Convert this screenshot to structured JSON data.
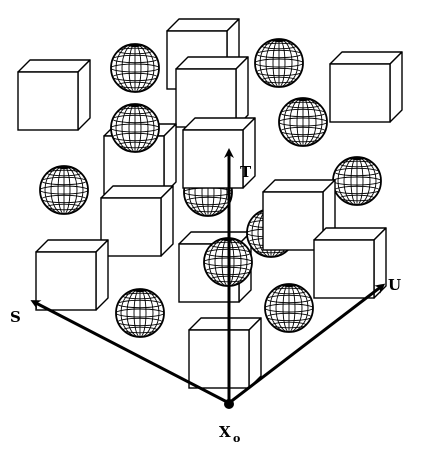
{
  "figure": {
    "axes": {
      "t_label": "T",
      "u_label": "U",
      "s_label": "S",
      "origin_label": "X",
      "origin_subscript": "o"
    },
    "colors": {
      "ink": "#000000",
      "fill": "#ffffff"
    },
    "object_icons": [
      "cube-icon",
      "sphere-icon"
    ]
  }
}
